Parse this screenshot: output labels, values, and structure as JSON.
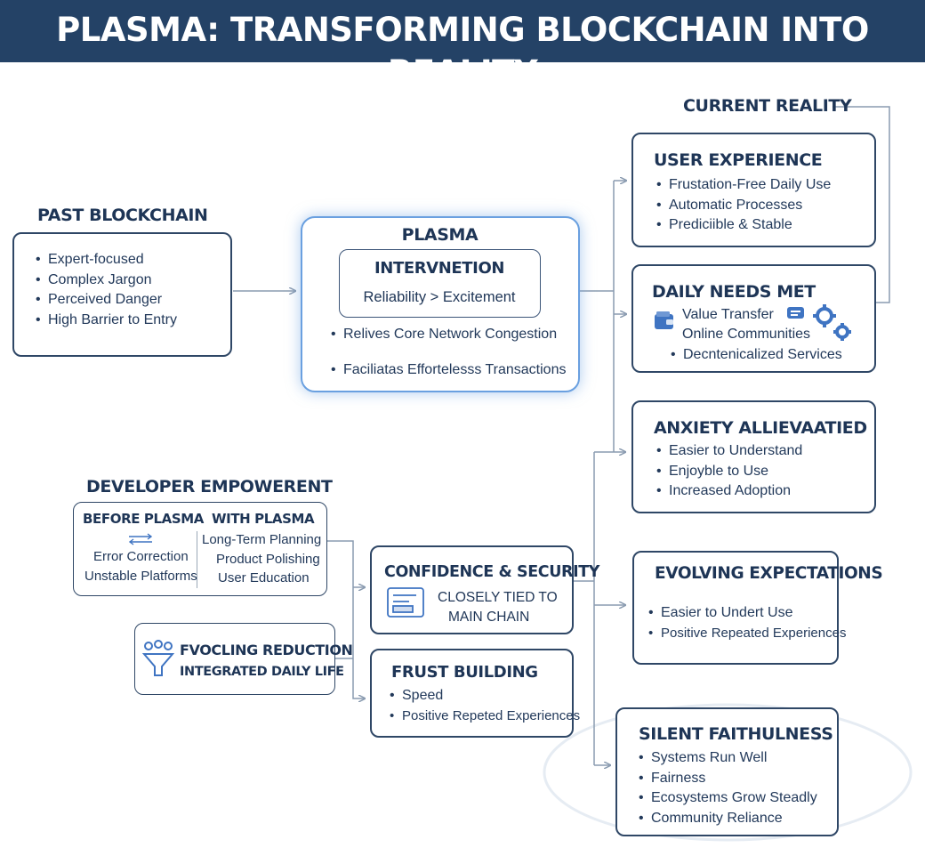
{
  "title": "PLASMA: TRANSFORMING BLOCKCHAIN INTO REALITY",
  "past": {
    "heading": "PAST BLOCKCHAIN",
    "items": [
      "Expert-focused",
      "Complex Jargon",
      "Perceived Danger",
      "High Barrier to Entry"
    ]
  },
  "plasma": {
    "title": "PLASMA",
    "intervention": {
      "title": "INTERVNETION",
      "subtitle": "Reliability > Excitement"
    },
    "items": [
      "Relives Core Network Congestion",
      "Faciliatas Effortelesss Transactions"
    ]
  },
  "current_reality": {
    "heading": "CURRENT REALITY"
  },
  "user_experience": {
    "title": "USER EXPERIENCE",
    "items": [
      "Frustation-Free Daily Use",
      "Automatic Processes",
      "Prediciible & Stable"
    ]
  },
  "daily_needs": {
    "title": "DAILY NEEDS MET",
    "items": [
      "Value Transfer",
      "Online Communities",
      "Decntenicalized Services"
    ]
  },
  "anxiety": {
    "title": "ANXIETY ALLIEVAATIED",
    "items": [
      "Easier to Understand",
      "Enjoyble to Use",
      "Increased Adoption"
    ]
  },
  "evolving": {
    "title": "EVOLVING EXPECTATIONS",
    "items": [
      "Easier to Undert Use",
      "Positive Repeated Experiences"
    ]
  },
  "silent": {
    "title": "SILENT FAITHULNESS",
    "items": [
      "Systems Run Well",
      "Fairness",
      "Ecosystems Grow Steadly",
      "Community Reliance"
    ]
  },
  "developer": {
    "heading": "DEVELOPER EMPOWERENT",
    "before_heading": "BEFORE PLASMA",
    "with_heading": "WITH PLASMA",
    "before_items": [
      "Error Correction",
      "Unstable Platforms"
    ],
    "with_items": [
      "Long-Term Planning",
      "Product Polishing",
      "User Education"
    ]
  },
  "friction": {
    "line1": "FVOCLING REDUCTION",
    "line2": "INTEGRATED DAILY LIFE"
  },
  "confidence": {
    "title": "CONFIDENCE & SECURITY",
    "line1": "CLOSELY TIED TO",
    "line2": "MAIN CHAIN"
  },
  "trust": {
    "title": "FRUST BUILDING",
    "items": [
      "Speed",
      "Positive Repeted Experiences"
    ]
  },
  "colors": {
    "banner": "#244266",
    "border": "#2f4766",
    "plasma_glow": "#6aa0e0",
    "icon_blue": "#3f74c2"
  },
  "icons": [
    "swap-arrows-icon",
    "wallet-icon",
    "chat-icon",
    "gear-icon",
    "document-icon",
    "people-funnel-icon"
  ]
}
